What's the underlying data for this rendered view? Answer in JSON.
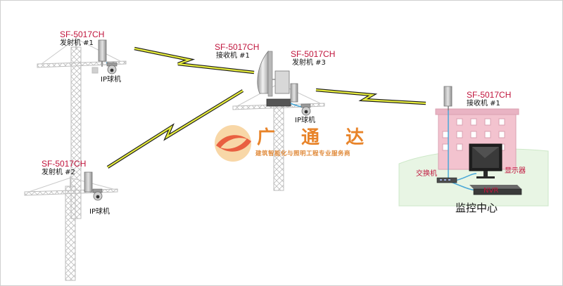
{
  "colors": {
    "model": "#c0143c",
    "text": "#111111",
    "crane": "#c9c9c9",
    "link": "#e6ec3c",
    "cable": "#4aa8d8",
    "brand": "#e8842a",
    "building": "#f3c3cf",
    "ground": "#e8f5e4"
  },
  "icons": [
    "wireless-link-icon",
    "tower-crane-icon",
    "radio-transmitter-icon",
    "ip-dome-camera-icon",
    "network-switch-icon",
    "nvr-recorder-icon",
    "monitor-icon",
    "building-icon",
    "brand-logo-icon"
  ],
  "nodes": {
    "tx1": {
      "model": "SF-5017CH",
      "role": "发射机 #1",
      "camera": "IP球机"
    },
    "rx_relay": {
      "model": "SF-5017CH",
      "role": "接收机 #1"
    },
    "tx3": {
      "model": "SF-5017CH",
      "role": "发射机 #3",
      "camera": "IP球机"
    },
    "tx2": {
      "model": "SF-5017CH",
      "role": "发射机 #2",
      "camera": "IP球机"
    },
    "center": {
      "model": "SF-5017CH",
      "role": "接收机 #1",
      "switch": "交换机",
      "monitor": "显示器",
      "nvr": "NVR",
      "title": "监控中心"
    }
  },
  "watermark": {
    "name": "广 通 达",
    "tagline": "建筑智能化与照明工程专业服务商"
  }
}
